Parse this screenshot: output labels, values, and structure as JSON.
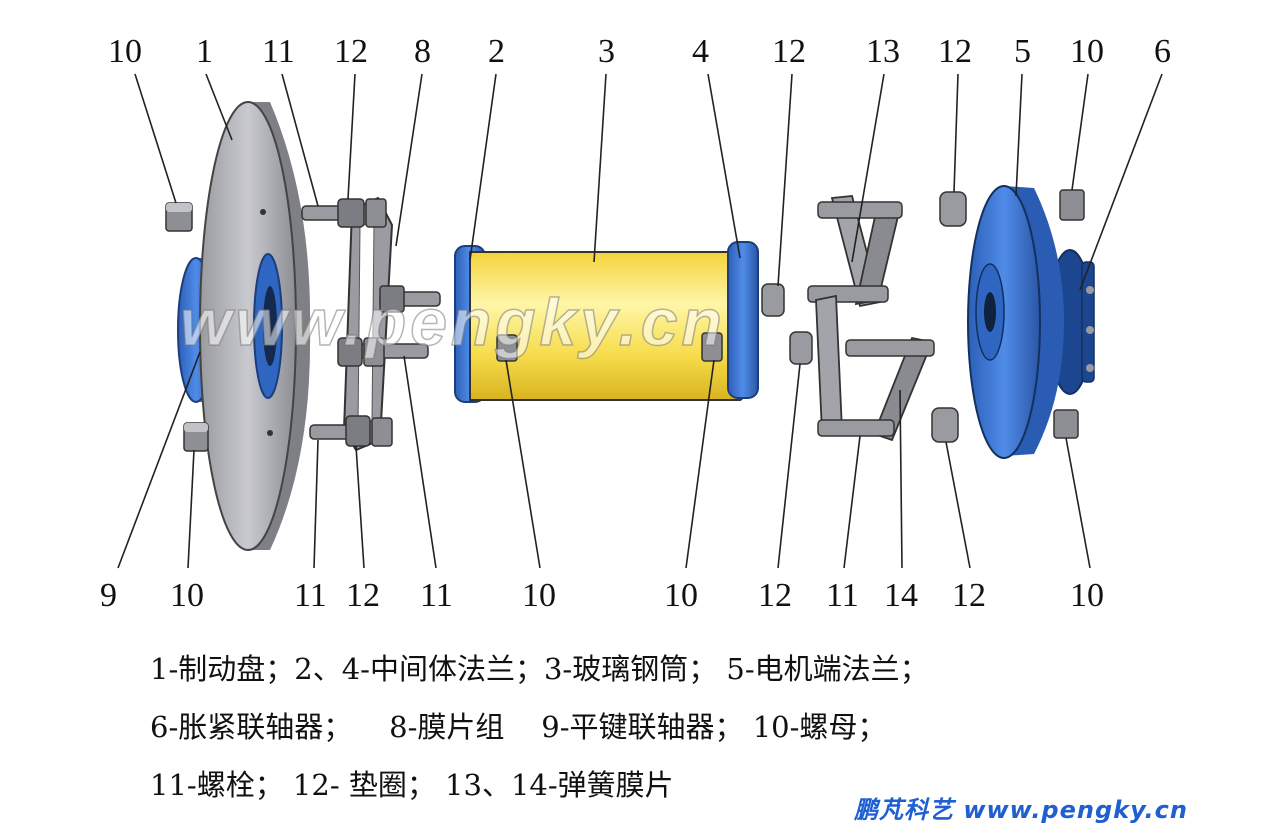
{
  "callouts": {
    "top": [
      "10",
      "1",
      "11",
      "12",
      "8",
      "2",
      "3",
      "4",
      "12",
      "13",
      "12",
      "5",
      "10",
      "6"
    ],
    "bottom": [
      "9",
      "10",
      "11",
      "12",
      "11",
      "10",
      "10",
      "12",
      "11",
      "14",
      "12",
      "10"
    ]
  },
  "watermark": "www.pengky.cn",
  "legend": [
    "1-制动盘；2、4-中间体法兰；3-玻璃钢筒； 5-电机端法兰；",
    "6-胀紧联轴器；    8-膜片组    9-平键联轴器； 10-螺母；",
    "11-螺栓； 12- 垫圈； 13、14-弹簧膜片"
  ],
  "credit": "鹏芃科艺 www.pengky.cn",
  "colors": {
    "blue": "#3b78d8",
    "yellow": "#f7de4a",
    "gray": "#b7b8bd",
    "credit": "#1f5fd1"
  }
}
